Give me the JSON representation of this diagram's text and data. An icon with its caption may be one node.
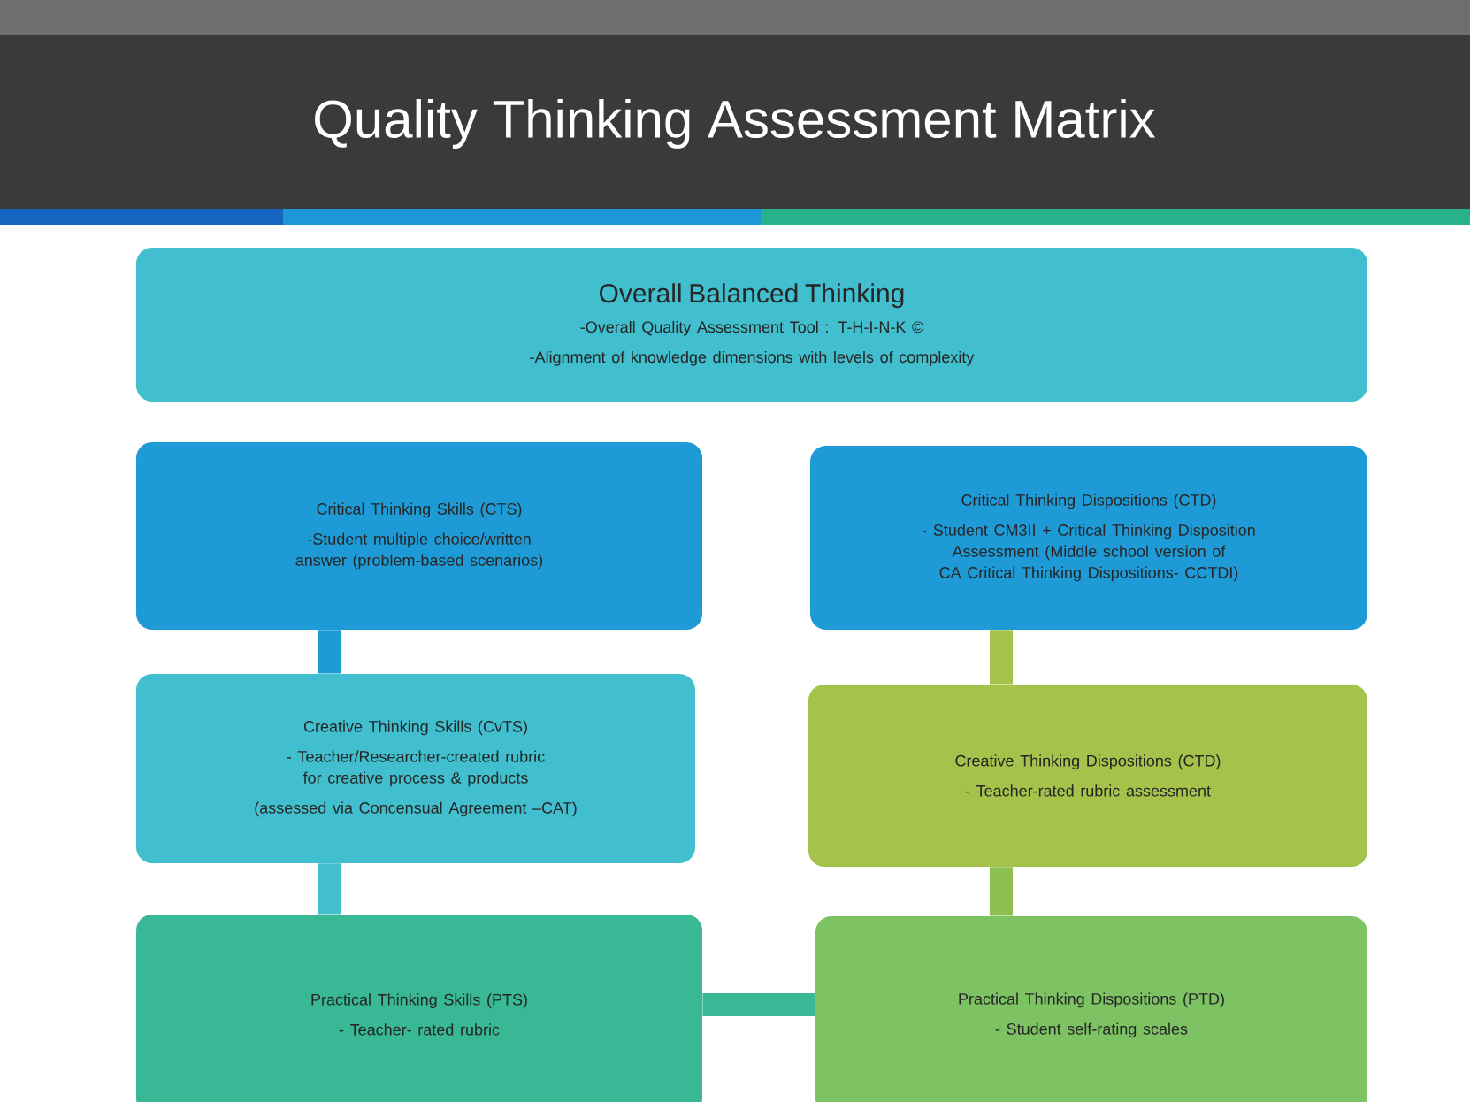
{
  "diagram": {
    "title": "Quality Thinking Assessment Matrix",
    "nodes": [
      {
        "text": [
          "Overall Balanced Thinking",
          "-Overall Quality Assessment Tool : T-H-I-N-K ©",
          "-Alignment of knowledge dimensions with levels of complexity"
        ]
      },
      {
        "text": [
          "Critical Thinking Skills (CTS)",
          "-Student multiple choice/written answer (problem-based scenarios)"
        ]
      },
      {
        "text": [
          "Critical Thinking Dispositions (CTD)",
          "- Student CM3II + Critical Thinking Disposition Assessment (Middle school version of CA Critical Thinking Dispositions- CCTDI)"
        ]
      },
      {
        "text": [
          "Creative Thinking Skills (CvTS)",
          "- Teacher/Researcher-created rubric for creative process & products",
          "(assessed via Concensual Agreement –CAT)"
        ]
      },
      {
        "text": [
          "Creative Thinking Dispositions (CTD)",
          "- Teacher-rated rubric assessment"
        ]
      },
      {
        "text": [
          "Practical Thinking Skills (PTS)",
          "- Teacher- rated rubric"
        ]
      },
      {
        "text": [
          "Practical Thinking Dispositions (PTD)",
          "- Student self-rating scales"
        ]
      }
    ],
    "edges": [
      {
        "from": 1,
        "to": 3,
        "arrow": "none",
        "color": "#1e9bd7"
      },
      {
        "from": 3,
        "to": 5,
        "arrow": "none",
        "color": "#41bfcf"
      },
      {
        "from": 2,
        "to": 4,
        "arrow": "none",
        "color": "#a5c24a"
      },
      {
        "from": 4,
        "to": 6,
        "arrow": "none",
        "color": "#8cc152"
      },
      {
        "from": 5,
        "to": 6,
        "arrow": "none",
        "color": "#38b894"
      }
    ]
  }
}
